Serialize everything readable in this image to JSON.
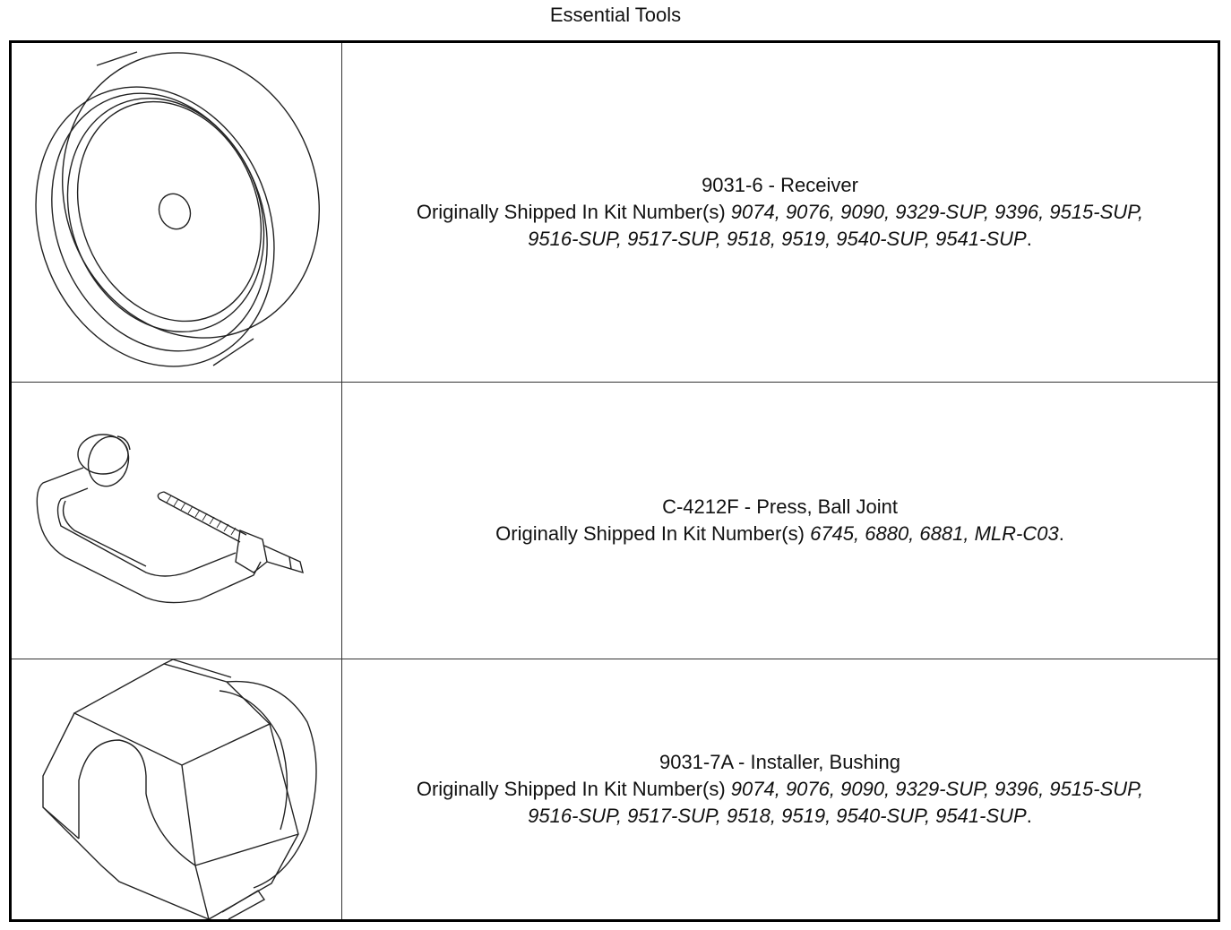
{
  "page": {
    "title": "Essential Tools"
  },
  "tools": [
    {
      "icon": "receiver-tool-icon",
      "name": "9031-6 - Receiver",
      "kit_prefix": "Originally Shipped In Kit Number(s) ",
      "kit_numbers_line1": "9074, 9076, 9090, 9329-SUP, 9396, 9515-SUP,",
      "kit_numbers_line2": "9516-SUP, 9517-SUP, 9518, 9519, 9540-SUP, 9541-SUP",
      "kit_suffix": "."
    },
    {
      "icon": "ball-joint-press-icon",
      "name": "C-4212F - Press, Ball Joint",
      "kit_prefix": "Originally Shipped In Kit Number(s) ",
      "kit_numbers_line1": "6745, 6880, 6881, MLR-C03",
      "kit_numbers_line2": "",
      "kit_suffix": "."
    },
    {
      "icon": "bushing-installer-icon",
      "name": "9031-7A - Installer, Bushing",
      "kit_prefix": "Originally Shipped In Kit Number(s) ",
      "kit_numbers_line1": "9074, 9076, 9090, 9329-SUP, 9396, 9515-SUP,",
      "kit_numbers_line2": "9516-SUP, 9517-SUP, 9518, 9519, 9540-SUP, 9541-SUP",
      "kit_suffix": "."
    }
  ]
}
